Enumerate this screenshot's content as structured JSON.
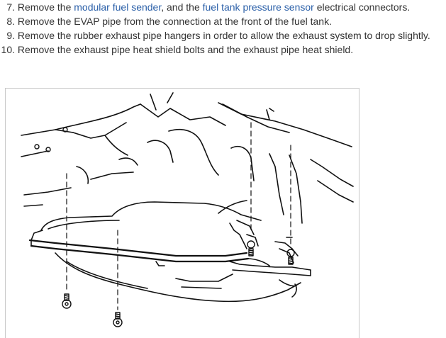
{
  "steps": [
    {
      "number": "7.",
      "before": "Remove the ",
      "link1": "modular fuel sender",
      "middle": ", and the ",
      "link2": "fuel tank pressure sensor",
      "after": " electrical connectors."
    },
    {
      "number": "8.",
      "text": "Remove the EVAP pipe from the connection at the front of the fuel tank."
    },
    {
      "number": "9.",
      "text": "Remove the rubber exhaust pipe hangers in order to allow the exhaust system to drop slightly."
    },
    {
      "number": "10.",
      "text": "Remove the exhaust pipe heat shield bolts and the exhaust pipe heat shield."
    }
  ],
  "colors": {
    "text": "#333333",
    "link": "#2a5fa8",
    "figure_border": "#c8c8c8"
  }
}
